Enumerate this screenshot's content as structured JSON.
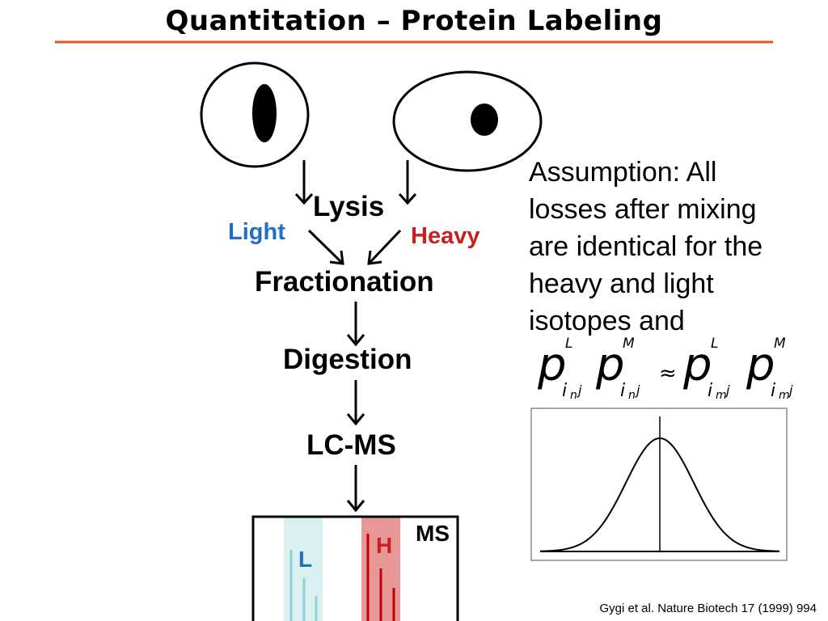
{
  "title": "Quantitation – Protein Labeling",
  "colors": {
    "title_rule": "#e0561e",
    "light": "#1f6fc2",
    "heavy": "#c62020",
    "light_band": "#daf0f0",
    "heavy_band": "#e89797"
  },
  "labels": {
    "light": "Light",
    "heavy": "Heavy"
  },
  "steps": {
    "lysis": "Lysis",
    "fractionation": "Fractionation",
    "digestion": "Digestion",
    "lcms": "LC-MS"
  },
  "assumption": "Assumption: All\nlosses after mixing\nare identical for the\nheavy and light\nisotopes and",
  "equation": {
    "p": "p",
    "sup_L": "L",
    "sup_M": "M",
    "i": "i",
    "n": "n",
    "m": "m",
    "j": "j",
    "approx": "≈"
  },
  "ms_panel": {
    "tag": "MS",
    "light_letter": "L",
    "heavy_letter": "H"
  },
  "citation": "Gygi et al. Nature Biotech 17 (1999) 994"
}
